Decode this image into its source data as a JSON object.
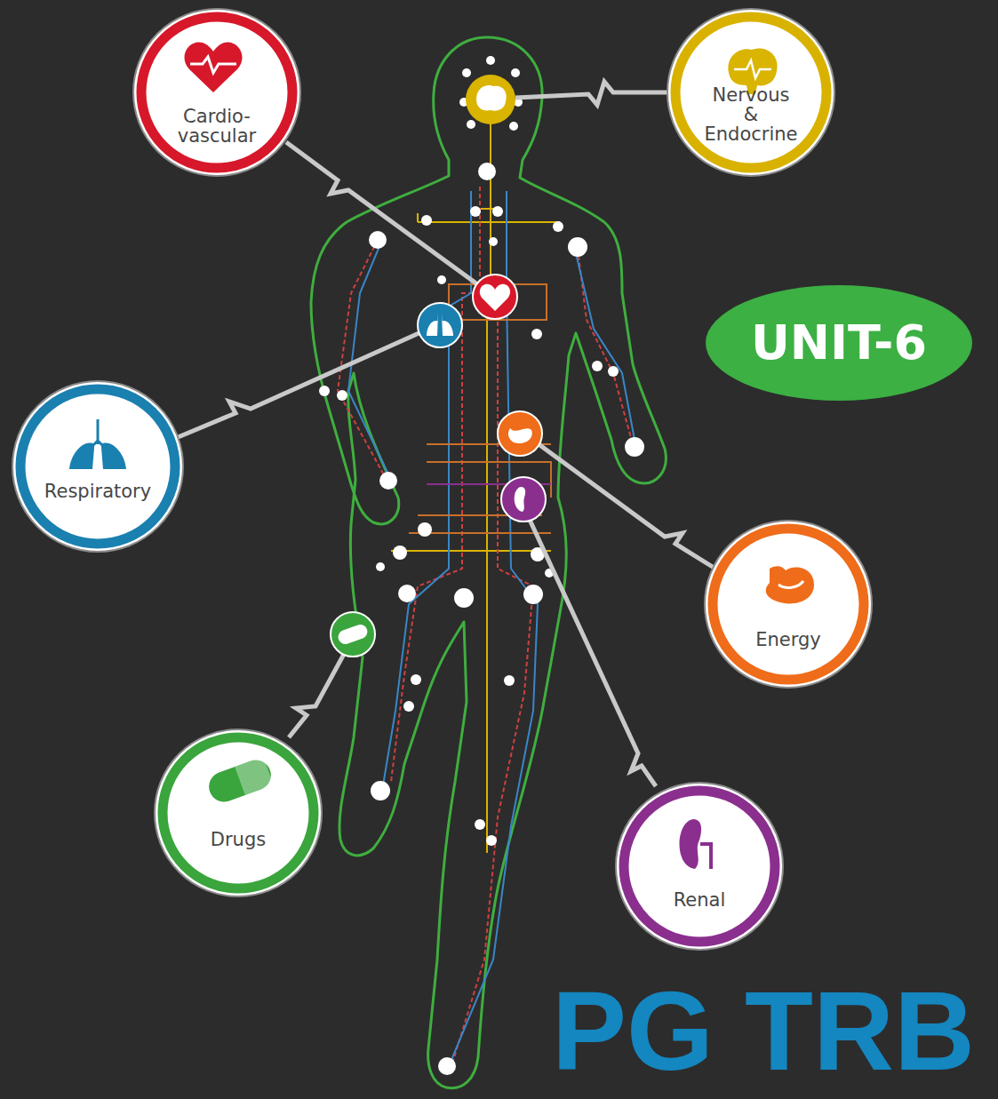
{
  "diagram": {
    "nodes": [
      {
        "text": [
          "Cardio- vascular"
        ]
      },
      {
        "text": [
          "Nervous & Endocrine"
        ]
      },
      {
        "text": [
          "UNIT-6"
        ]
      },
      {
        "text": [
          "Respiratory"
        ]
      },
      {
        "text": [
          "Energy"
        ]
      },
      {
        "text": [
          "Drugs"
        ]
      },
      {
        "text": [
          "Renal"
        ]
      }
    ],
    "labels": [
      "PG TRB"
    ]
  }
}
